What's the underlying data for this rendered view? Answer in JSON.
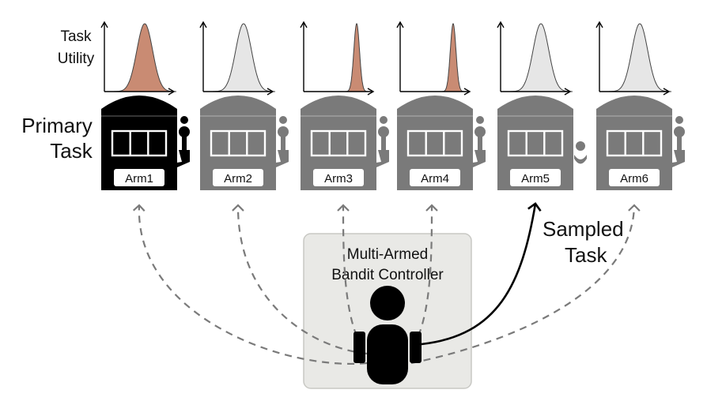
{
  "labels": {
    "task_utility": [
      "Task",
      "Utility"
    ],
    "primary_task": [
      "Primary",
      "Task"
    ],
    "sampled_task": [
      "Sampled",
      "Task"
    ],
    "controller": [
      "Multi-Armed",
      "Bandit Controller"
    ]
  },
  "arms": [
    {
      "label": "Arm1",
      "utility_peak": "broad",
      "highlighted": true,
      "primary": true
    },
    {
      "label": "Arm2",
      "utility_peak": "broad",
      "highlighted": false,
      "primary": false
    },
    {
      "label": "Arm3",
      "utility_peak": "sharp",
      "highlighted": true,
      "primary": false
    },
    {
      "label": "Arm4",
      "utility_peak": "sharp",
      "highlighted": true,
      "primary": false
    },
    {
      "label": "Arm5",
      "utility_peak": "broad",
      "highlighted": false,
      "primary": false,
      "sampled": true
    },
    {
      "label": "Arm6",
      "utility_peak": "broad",
      "highlighted": false,
      "primary": false
    }
  ],
  "colors": {
    "primary_machine": "#000000",
    "machine": "#7a7a7a",
    "utility_highlight": "#c98b73",
    "utility_plain": "#e6e6e6",
    "controller_bg": "#e9e9e6",
    "arrow_dashed": "#7a7a7a",
    "arrow_sampled": "#000000"
  }
}
